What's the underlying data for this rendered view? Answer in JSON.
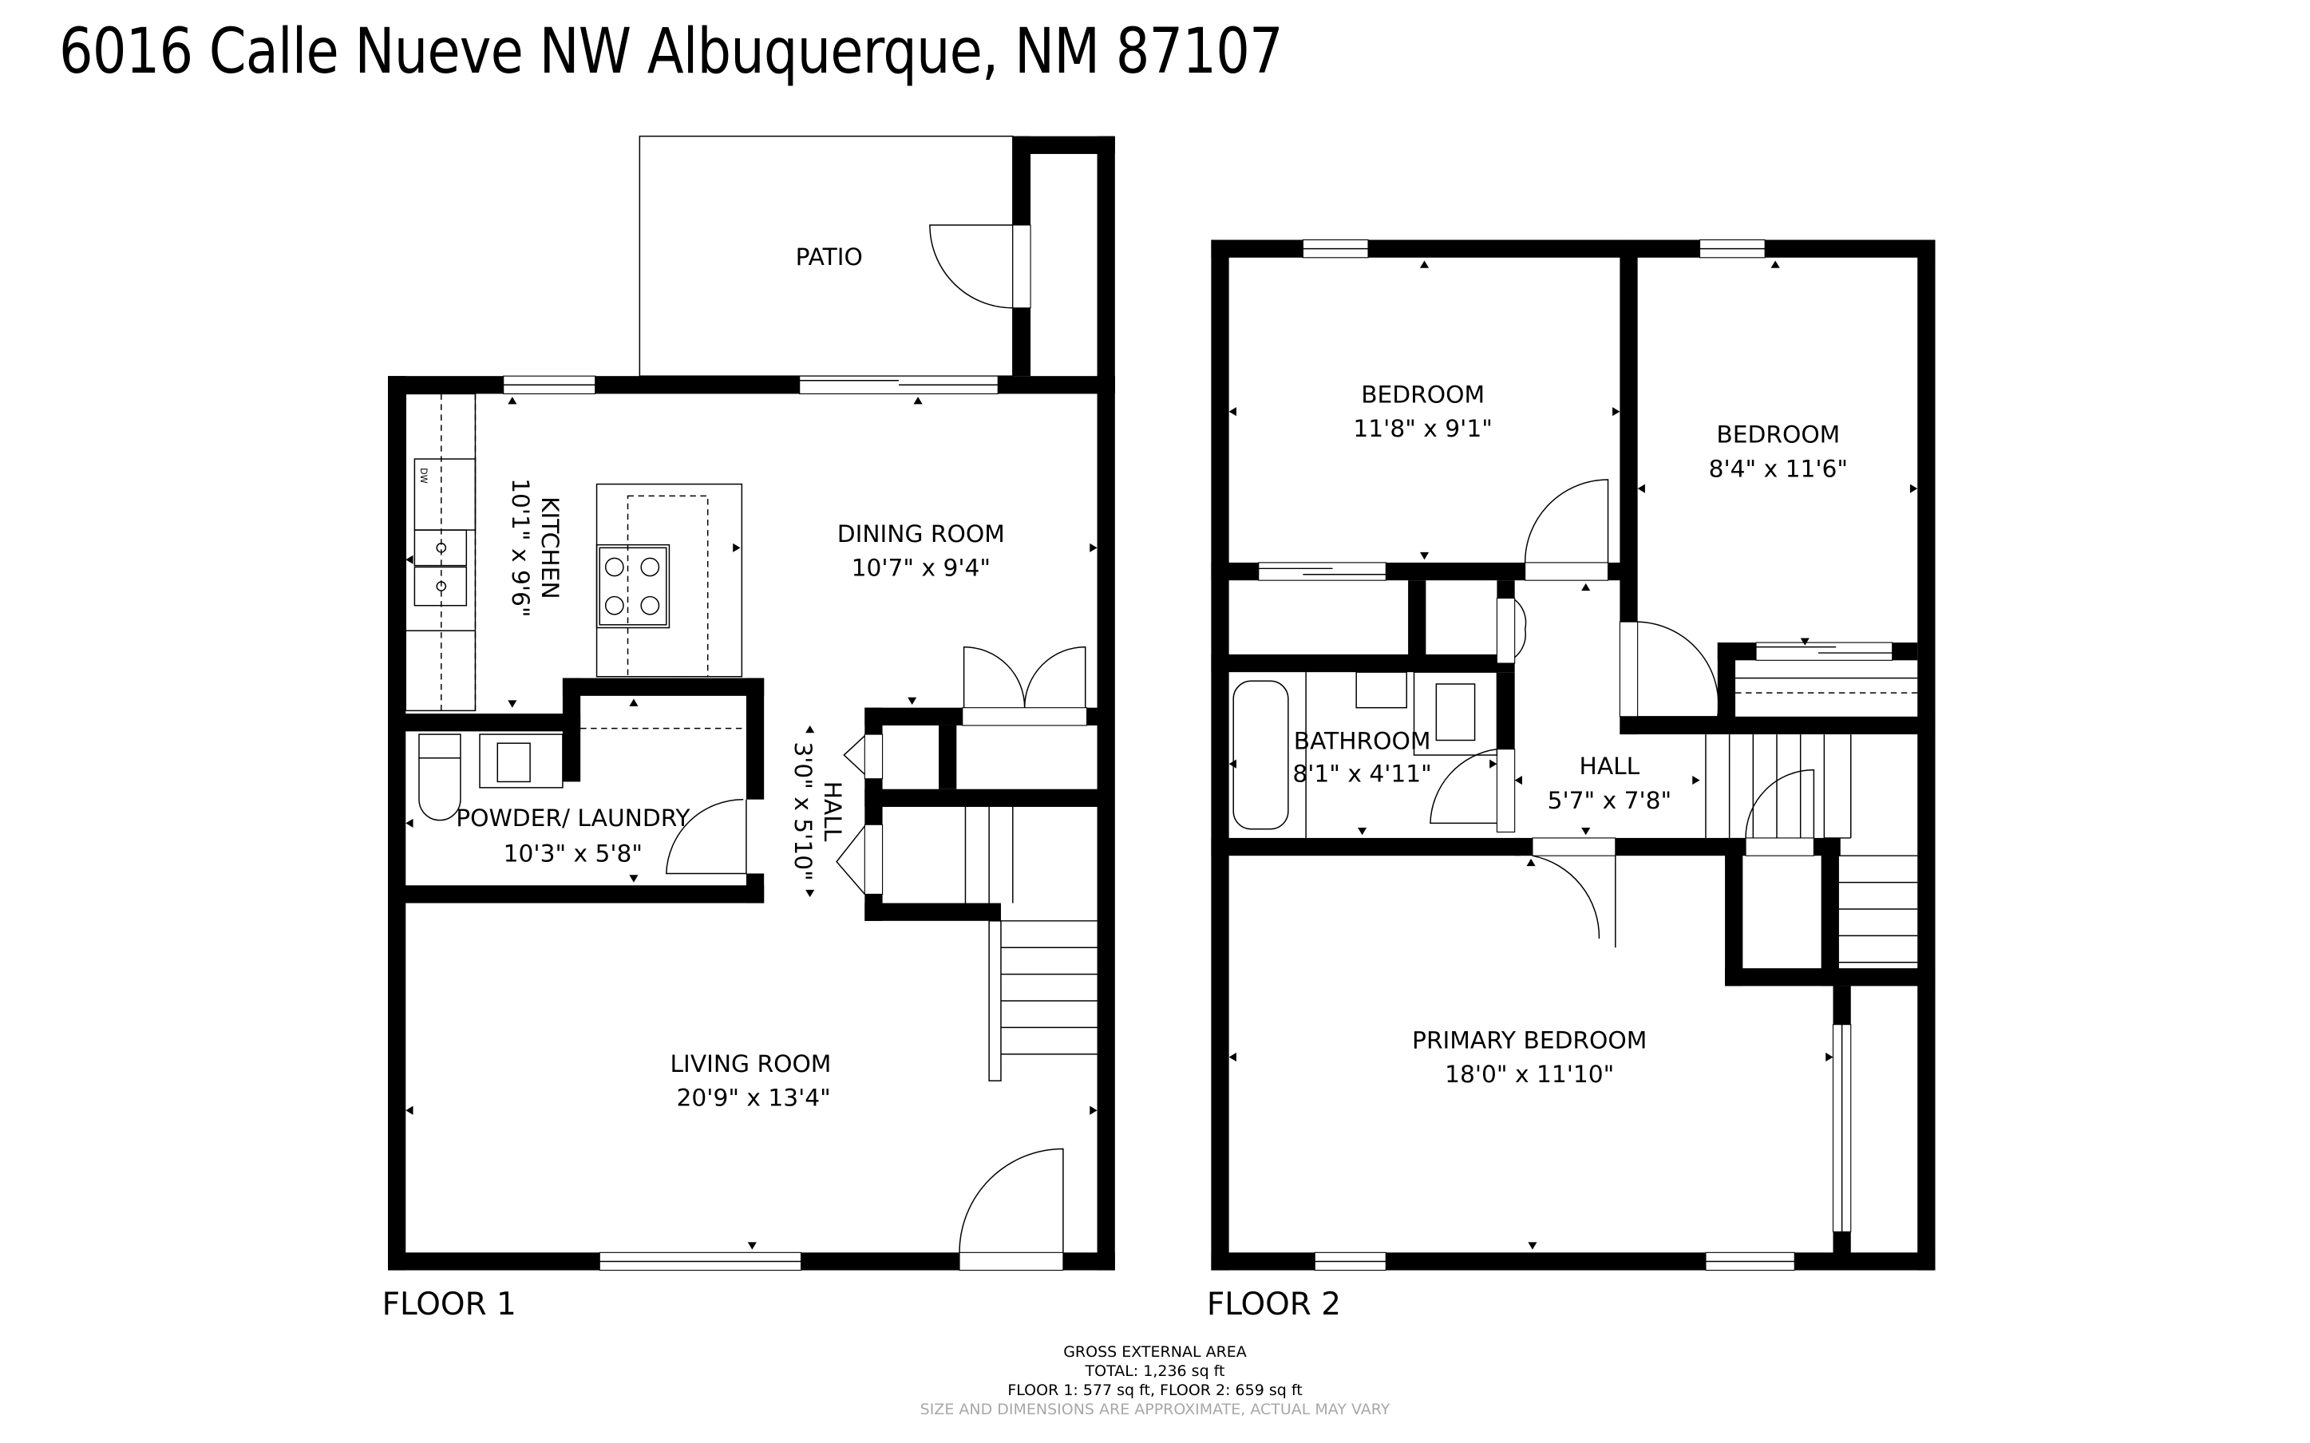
{
  "title": "6016 Calle Nueve NW Albuquerque, NM 87107",
  "floors": [
    {
      "label": "FLOOR 1",
      "rooms": [
        {
          "name": "PATIO",
          "dims": ""
        },
        {
          "name": "KITCHEN",
          "dims": "10'1\" x 9'6\""
        },
        {
          "name": "DINING ROOM",
          "dims": "10'7\" x 9'4\""
        },
        {
          "name": "HALL",
          "dims": "3'0\" x 5'10\""
        },
        {
          "name": "POWDER/ LAUNDRY",
          "dims": "10'3\" x 5'8\""
        },
        {
          "name": "LIVING ROOM",
          "dims": "20'9\" x 13'4\""
        }
      ],
      "fixtures": {
        "dishwasher_label": "DW"
      }
    },
    {
      "label": "FLOOR 2",
      "rooms": [
        {
          "name": "BEDROOM",
          "dims": "11'8\" x 9'1\""
        },
        {
          "name": "BEDROOM",
          "dims": "8'4\" x 11'6\""
        },
        {
          "name": "BATHROOM",
          "dims": "8'1\" x 4'11\""
        },
        {
          "name": "HALL",
          "dims": "5'7\" x 7'8\""
        },
        {
          "name": "PRIMARY BEDROOM",
          "dims": "18'0\" x 11'10\""
        }
      ]
    }
  ],
  "area_summary": {
    "heading": "GROSS EXTERNAL AREA",
    "total": "TOTAL: 1,236 sq ft",
    "per_floor": "FLOOR 1: 577 sq ft, FLOOR 2: 659 sq ft",
    "disclaimer": "SIZE AND DIMENSIONS ARE APPROXIMATE, ACTUAL MAY VARY"
  },
  "colors": {
    "wall": "#000000",
    "background": "#ffffff",
    "disclaimer": "#a8a8a8"
  }
}
